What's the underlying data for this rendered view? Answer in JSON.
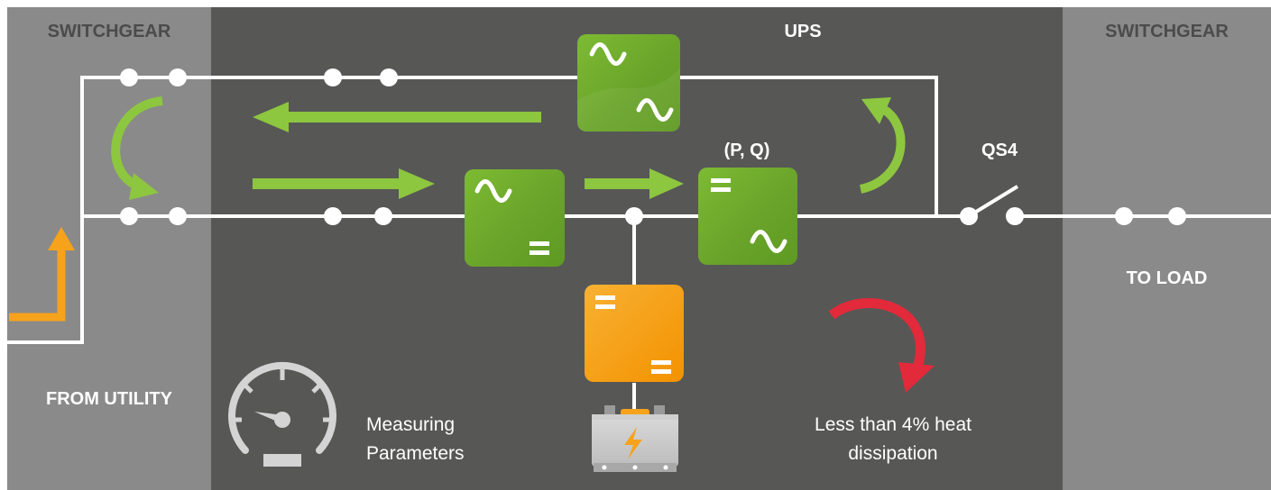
{
  "zones": {
    "left": {
      "title": "SWITCHGEAR",
      "label": "FROM UTILITY"
    },
    "center": {
      "title": "UPS"
    },
    "right": {
      "title": "SWITCHGEAR",
      "label": "TO LOAD"
    }
  },
  "labels": {
    "power": "(P, Q)",
    "switch": "QS4",
    "measuring": "Measuring\nParameters",
    "heat": "Less than 4% heat\ndissipation"
  },
  "colors": {
    "zone_light": "#8a8a8a",
    "zone_dark": "#575756",
    "green": "#8dc63f",
    "green_box": "#6aa42a",
    "orange": "#f6a31b",
    "red": "#e22a3a",
    "wire": "#ffffff"
  },
  "icons": {
    "ac_symbol": "sine-wave-icon",
    "dc_symbol": "equals-icon",
    "gauge": "speedometer-icon",
    "battery": "battery-icon",
    "bolt": "lightning-icon"
  }
}
